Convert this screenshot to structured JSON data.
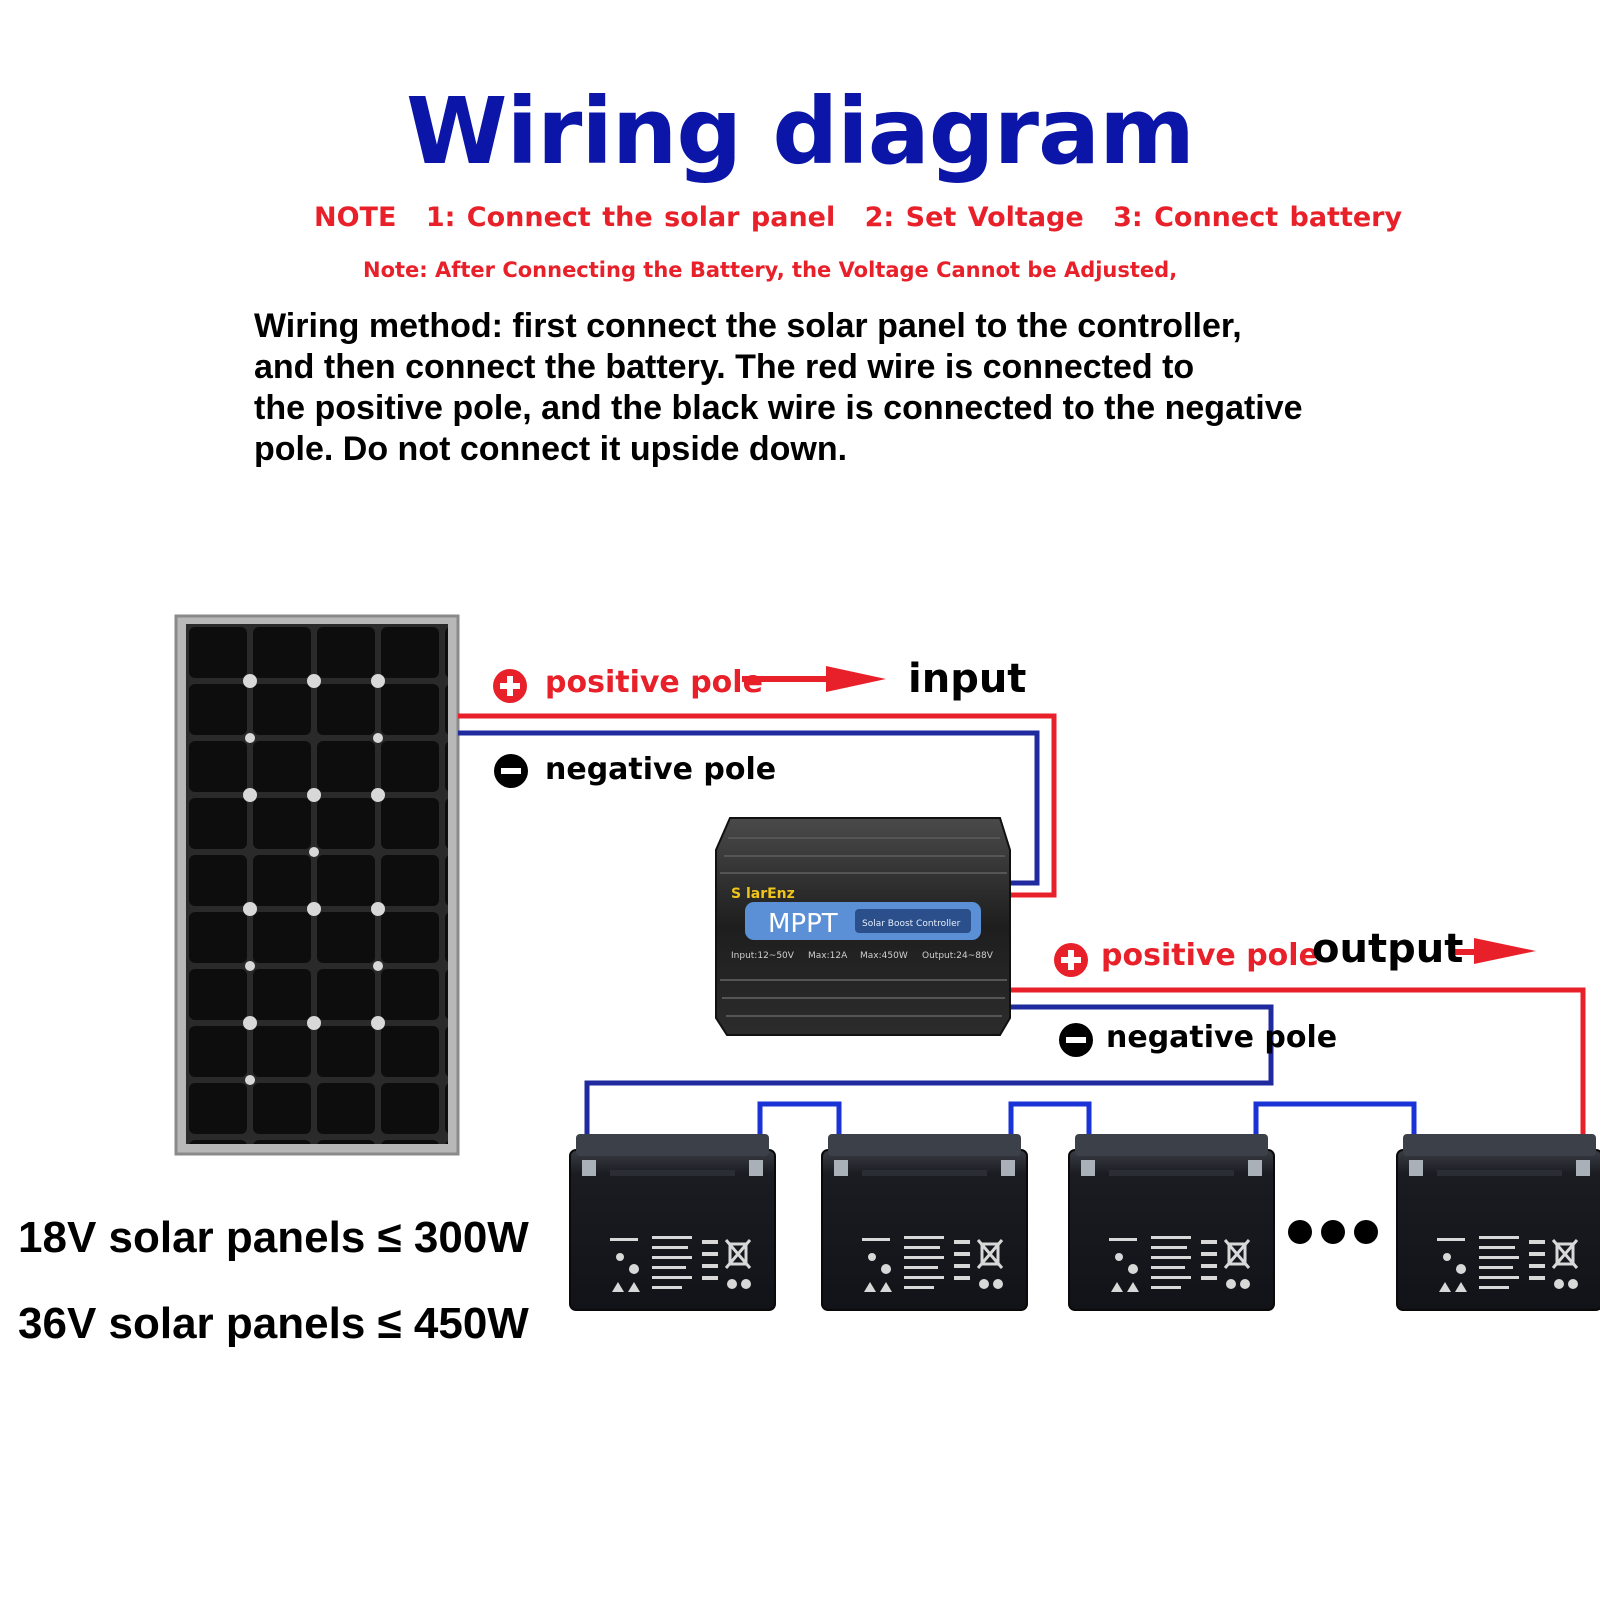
{
  "title": "Wiring diagram",
  "note": {
    "line1": {
      "prefix": "NOTE",
      "step1": "1:  Connect the solar panel",
      "step2": "2:  Set Voltage",
      "step3": "3:  Connect battery"
    },
    "line2": "Note: After Connecting the Battery, the Voltage Cannot be Adjusted,"
  },
  "wiring_method": [
    "Wiring method: first connect the solar panel to the controller,",
    "and then connect the battery. The red wire is connected to",
    "the positive pole, and the black wire is connected to the negative",
    " pole. Do not connect it upside down."
  ],
  "input": {
    "positive_label": "positive pole",
    "negative_label": "negative pole",
    "direction_label": "input"
  },
  "output": {
    "positive_label": "positive pole",
    "negative_label": "negative pole",
    "direction_label": "output"
  },
  "controller": {
    "brand": "S  larEnz",
    "model": "MPPT",
    "subtitle": "Solar Boost Controller",
    "specs": [
      "Input:12~50V",
      "Max:12A",
      "Max:450W",
      "Output:24~88V"
    ]
  },
  "panel_limits": [
    "18V solar panels ≤ 300W",
    "36V solar panels ≤ 450W"
  ],
  "colors": {
    "title": "#0b16a8",
    "note": "#e8202a",
    "positive_wire": "#e8202a",
    "negative_wire": "#1f2a9e",
    "series_link": "#1a33d6"
  },
  "icons": {
    "positive": "plus-circle-icon",
    "negative": "minus-circle-icon",
    "arrow": "arrow-right-icon",
    "more": "ellipsis-icon"
  }
}
